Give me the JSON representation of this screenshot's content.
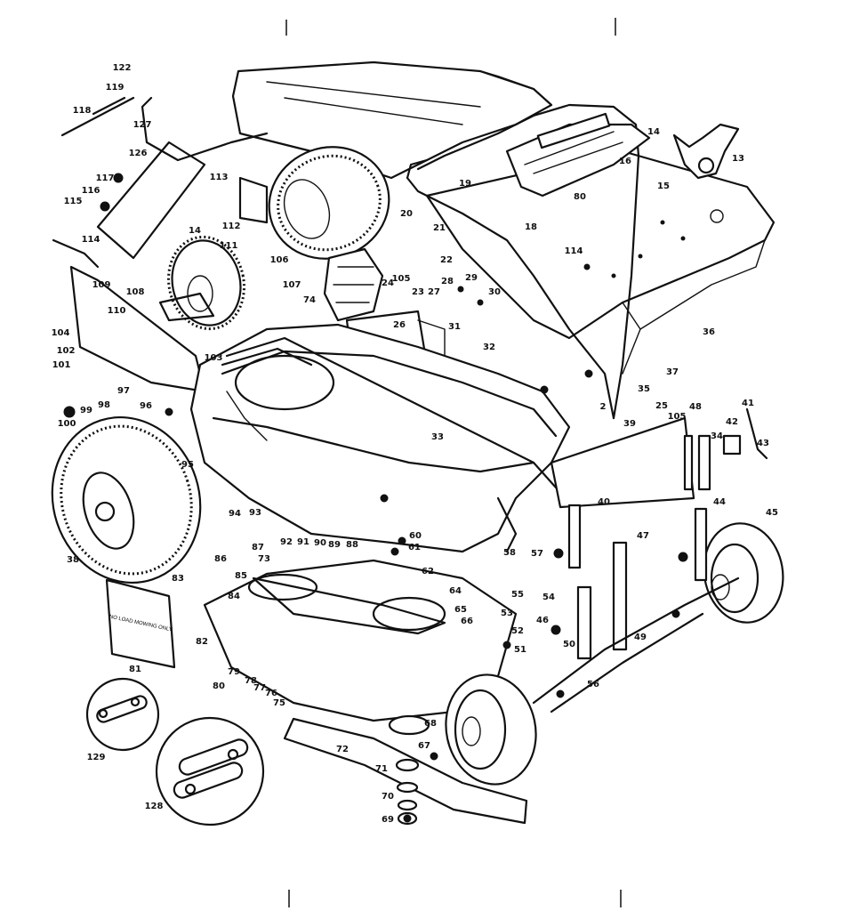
{
  "decal_text": "NO LOAD MOWING ONLY",
  "part_numbers": [
    {
      "id": "p122",
      "label": "122"
    },
    {
      "id": "p119",
      "label": "119"
    },
    {
      "id": "p118",
      "label": "118"
    },
    {
      "id": "p127",
      "label": "127"
    },
    {
      "id": "p126",
      "label": "126"
    },
    {
      "id": "p117",
      "label": "117"
    },
    {
      "id": "p116",
      "label": "116"
    },
    {
      "id": "p115",
      "label": "115"
    },
    {
      "id": "p113",
      "label": "113"
    },
    {
      "id": "p112",
      "label": "112"
    },
    {
      "id": "p114",
      "label": "114"
    },
    {
      "id": "p14a",
      "label": "14"
    },
    {
      "id": "p111",
      "label": "111"
    },
    {
      "id": "p14b",
      "label": "14"
    },
    {
      "id": "p16",
      "label": "16"
    },
    {
      "id": "p13",
      "label": "13"
    },
    {
      "id": "p15",
      "label": "15"
    },
    {
      "id": "p19",
      "label": "19"
    },
    {
      "id": "p80",
      "label": "80"
    },
    {
      "id": "p20",
      "label": "20"
    },
    {
      "id": "p18",
      "label": "18"
    },
    {
      "id": "p21",
      "label": "21"
    },
    {
      "id": "p22",
      "label": "22"
    },
    {
      "id": "p114b",
      "label": "114"
    },
    {
      "id": "p36",
      "label": "36"
    },
    {
      "id": "p29",
      "label": "29"
    },
    {
      "id": "p30",
      "label": "30"
    },
    {
      "id": "p28",
      "label": "28"
    },
    {
      "id": "p27",
      "label": "27"
    },
    {
      "id": "p23",
      "label": "23"
    },
    {
      "id": "p24",
      "label": "24"
    },
    {
      "id": "p105a",
      "label": "105"
    },
    {
      "id": "p106",
      "label": "106"
    },
    {
      "id": "p108",
      "label": "108"
    },
    {
      "id": "p107",
      "label": "107"
    },
    {
      "id": "p109",
      "label": "109"
    },
    {
      "id": "p110",
      "label": "110"
    },
    {
      "id": "p104",
      "label": "104"
    },
    {
      "id": "p102",
      "label": "102"
    },
    {
      "id": "p101",
      "label": "101"
    },
    {
      "id": "p103",
      "label": "103"
    },
    {
      "id": "p100",
      "label": "100"
    },
    {
      "id": "p99",
      "label": "99"
    },
    {
      "id": "p98",
      "label": "98"
    },
    {
      "id": "p97",
      "label": "97"
    },
    {
      "id": "p96",
      "label": "96"
    },
    {
      "id": "p95",
      "label": "95"
    },
    {
      "id": "p94",
      "label": "94"
    },
    {
      "id": "p93",
      "label": "93"
    },
    {
      "id": "p92",
      "label": "92"
    },
    {
      "id": "p91",
      "label": "91"
    },
    {
      "id": "p90",
      "label": "90"
    },
    {
      "id": "p89",
      "label": "89"
    },
    {
      "id": "p88",
      "label": "88"
    },
    {
      "id": "p87",
      "label": "87"
    },
    {
      "id": "p86",
      "label": "86"
    },
    {
      "id": "p85",
      "label": "85"
    },
    {
      "id": "p84",
      "label": "84"
    },
    {
      "id": "p83",
      "label": "83"
    },
    {
      "id": "p82",
      "label": "82"
    },
    {
      "id": "p81",
      "label": "81"
    },
    {
      "id": "p80b",
      "label": "80"
    },
    {
      "id": "p79",
      "label": "79"
    },
    {
      "id": "p78",
      "label": "78"
    },
    {
      "id": "p77",
      "label": "77"
    },
    {
      "id": "p76",
      "label": "76"
    },
    {
      "id": "p75",
      "label": "75"
    },
    {
      "id": "p74",
      "label": "74"
    },
    {
      "id": "p73",
      "label": "73"
    },
    {
      "id": "p72",
      "label": "72"
    },
    {
      "id": "p71",
      "label": "71"
    },
    {
      "id": "p70",
      "label": "70"
    },
    {
      "id": "p69",
      "label": "69"
    },
    {
      "id": "p68",
      "label": "68"
    },
    {
      "id": "p67",
      "label": "67"
    },
    {
      "id": "p66",
      "label": "66"
    },
    {
      "id": "p65",
      "label": "65"
    },
    {
      "id": "p64",
      "label": "64"
    },
    {
      "id": "p62",
      "label": "62"
    },
    {
      "id": "p61",
      "label": "61"
    },
    {
      "id": "p60",
      "label": "60"
    },
    {
      "id": "p58",
      "label": "58"
    },
    {
      "id": "p57",
      "label": "57"
    },
    {
      "id": "p56",
      "label": "56"
    },
    {
      "id": "p55",
      "label": "55"
    },
    {
      "id": "p54",
      "label": "54"
    },
    {
      "id": "p53",
      "label": "53"
    },
    {
      "id": "p52",
      "label": "52"
    },
    {
      "id": "p51",
      "label": "51"
    },
    {
      "id": "p50",
      "label": "50"
    },
    {
      "id": "p49",
      "label": "49"
    },
    {
      "id": "p48",
      "label": "48"
    },
    {
      "id": "p47",
      "label": "47"
    },
    {
      "id": "p46",
      "label": "46"
    },
    {
      "id": "p45",
      "label": "45"
    },
    {
      "id": "p44",
      "label": "44"
    },
    {
      "id": "p43",
      "label": "43"
    },
    {
      "id": "p42",
      "label": "42"
    },
    {
      "id": "p41",
      "label": "41"
    },
    {
      "id": "p40",
      "label": "40"
    },
    {
      "id": "p39",
      "label": "39"
    },
    {
      "id": "p38",
      "label": "38"
    },
    {
      "id": "p37",
      "label": "37"
    },
    {
      "id": "p35",
      "label": "35"
    },
    {
      "id": "p34",
      "label": "34"
    },
    {
      "id": "p33",
      "label": "33"
    },
    {
      "id": "p32",
      "label": "32"
    },
    {
      "id": "p31",
      "label": "31"
    },
    {
      "id": "p26",
      "label": "26"
    },
    {
      "id": "p25",
      "label": "25"
    },
    {
      "id": "p2",
      "label": "2"
    },
    {
      "id": "p105b",
      "label": "105"
    },
    {
      "id": "p129",
      "label": "129"
    },
    {
      "id": "p128",
      "label": "128"
    }
  ]
}
